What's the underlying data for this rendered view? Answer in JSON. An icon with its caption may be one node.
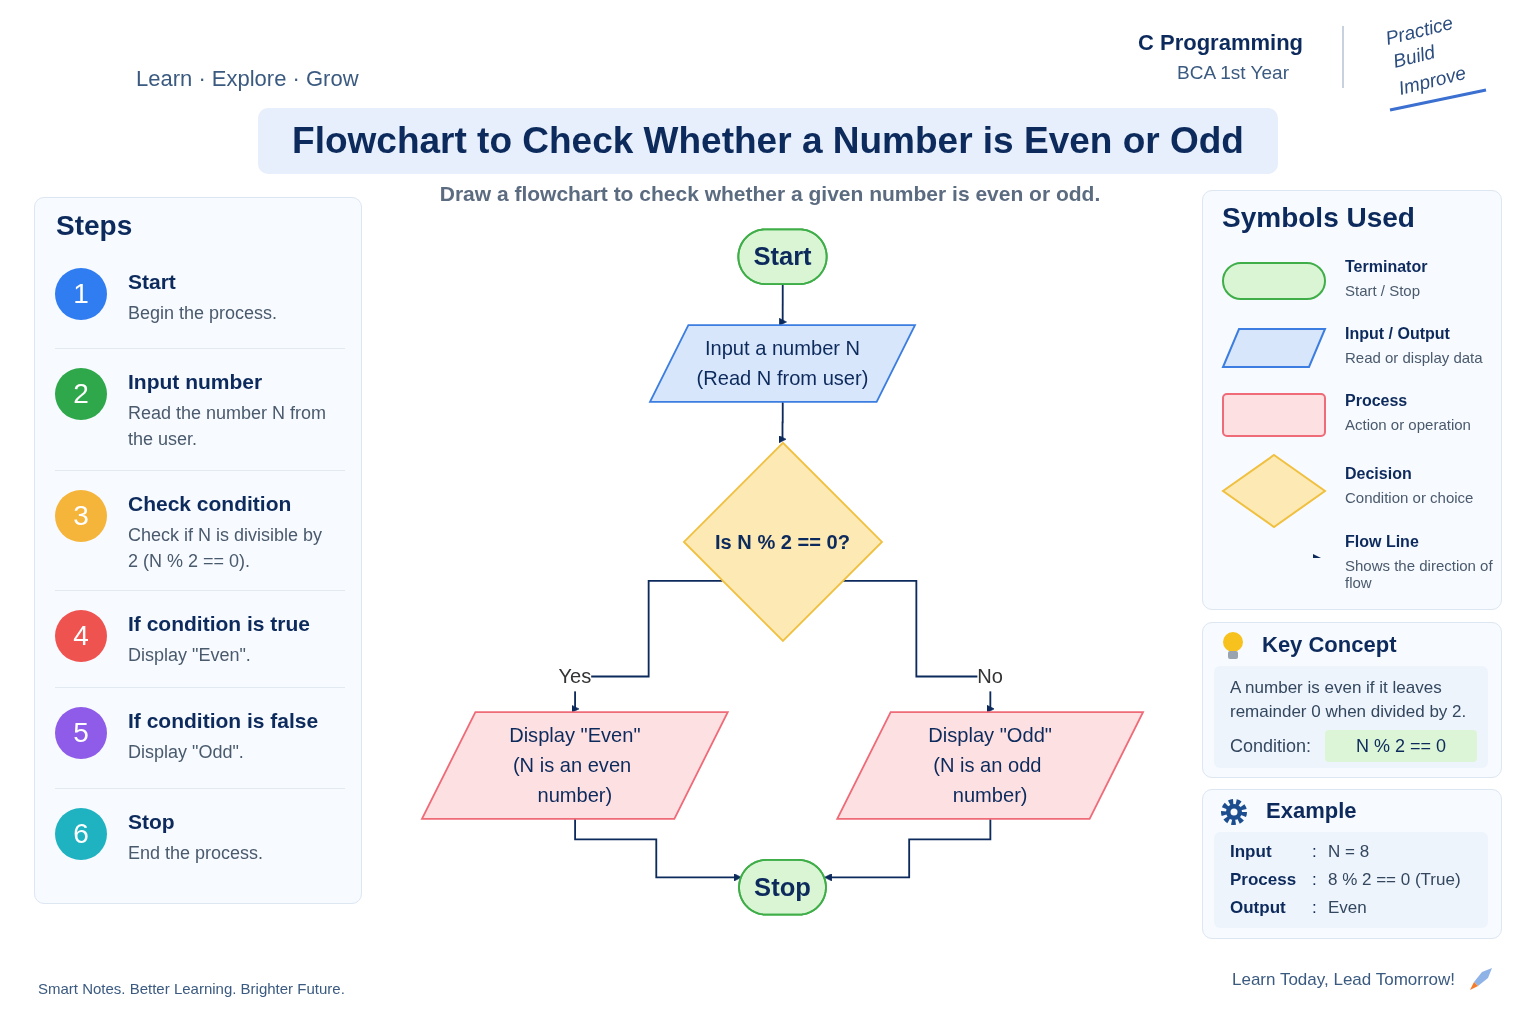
{
  "diagram": {
    "title": "Flowchart to Check Whether a Number is Even or Odd",
    "nodes": [
      {
        "text": [
          "Start"
        ]
      },
      {
        "text": [
          "Input a number N",
          "(Read N from user)"
        ]
      },
      {
        "text": [
          "Is N % 2 == 0?"
        ]
      },
      {
        "text": [
          "Display \"Even\"",
          "(N is an even number)"
        ]
      },
      {
        "text": [
          "Display \"Odd\"",
          "(N is an odd number)"
        ]
      },
      {
        "text": [
          "Stop"
        ]
      }
    ],
    "edges": [
      {
        "from": 0,
        "to": 1,
        "arrow": "to"
      },
      {
        "from": 1,
        "to": 2,
        "arrow": "to"
      },
      {
        "from": 2,
        "to": 3,
        "arrow": "to",
        "label": "Yes"
      },
      {
        "from": 2,
        "to": 4,
        "arrow": "to",
        "label": "No"
      },
      {
        "from": 3,
        "to": 5,
        "arrow": "to"
      },
      {
        "from": 4,
        "to": 5,
        "arrow": "to"
      }
    ],
    "labels": [
      "Learn · Explore · Grow",
      "C Programming",
      "BCA 1st Year",
      "Practice",
      "Build",
      "Improve",
      "Draw a flowchart to check whether a given number is even or odd.",
      "Steps",
      "1",
      "Start",
      "Begin the process.",
      "2",
      "Input number",
      "Read the number N from the user.",
      "3",
      "Check condition",
      "Check if N is divisible by 2 (N % 2 == 0).",
      "4",
      "If condition is true",
      "Display \"Even\".",
      "5",
      "If condition is false",
      "Display \"Odd\".",
      "6",
      "Stop",
      "End the process.",
      "Symbols Used",
      "Terminator",
      "Start / Stop",
      "Input / Output",
      "Read or display data",
      "Process",
      "Action or operation",
      "Decision",
      "Condition or choice",
      "Flow Line",
      "Shows the direction of flow",
      "Key Concept",
      "A number is even if it leaves remainder 0 when divided by 2.",
      "Condition:",
      "N % 2 == 0",
      "Example",
      "Input",
      ":",
      "N = 8",
      "Process",
      ":",
      "8 % 2 == 0 (True)",
      "Output",
      ":",
      "Even",
      "Smart Notes. Better Learning. Brighter Future.",
      "Learn Today, Lead Tomorrow!"
    ]
  }
}
